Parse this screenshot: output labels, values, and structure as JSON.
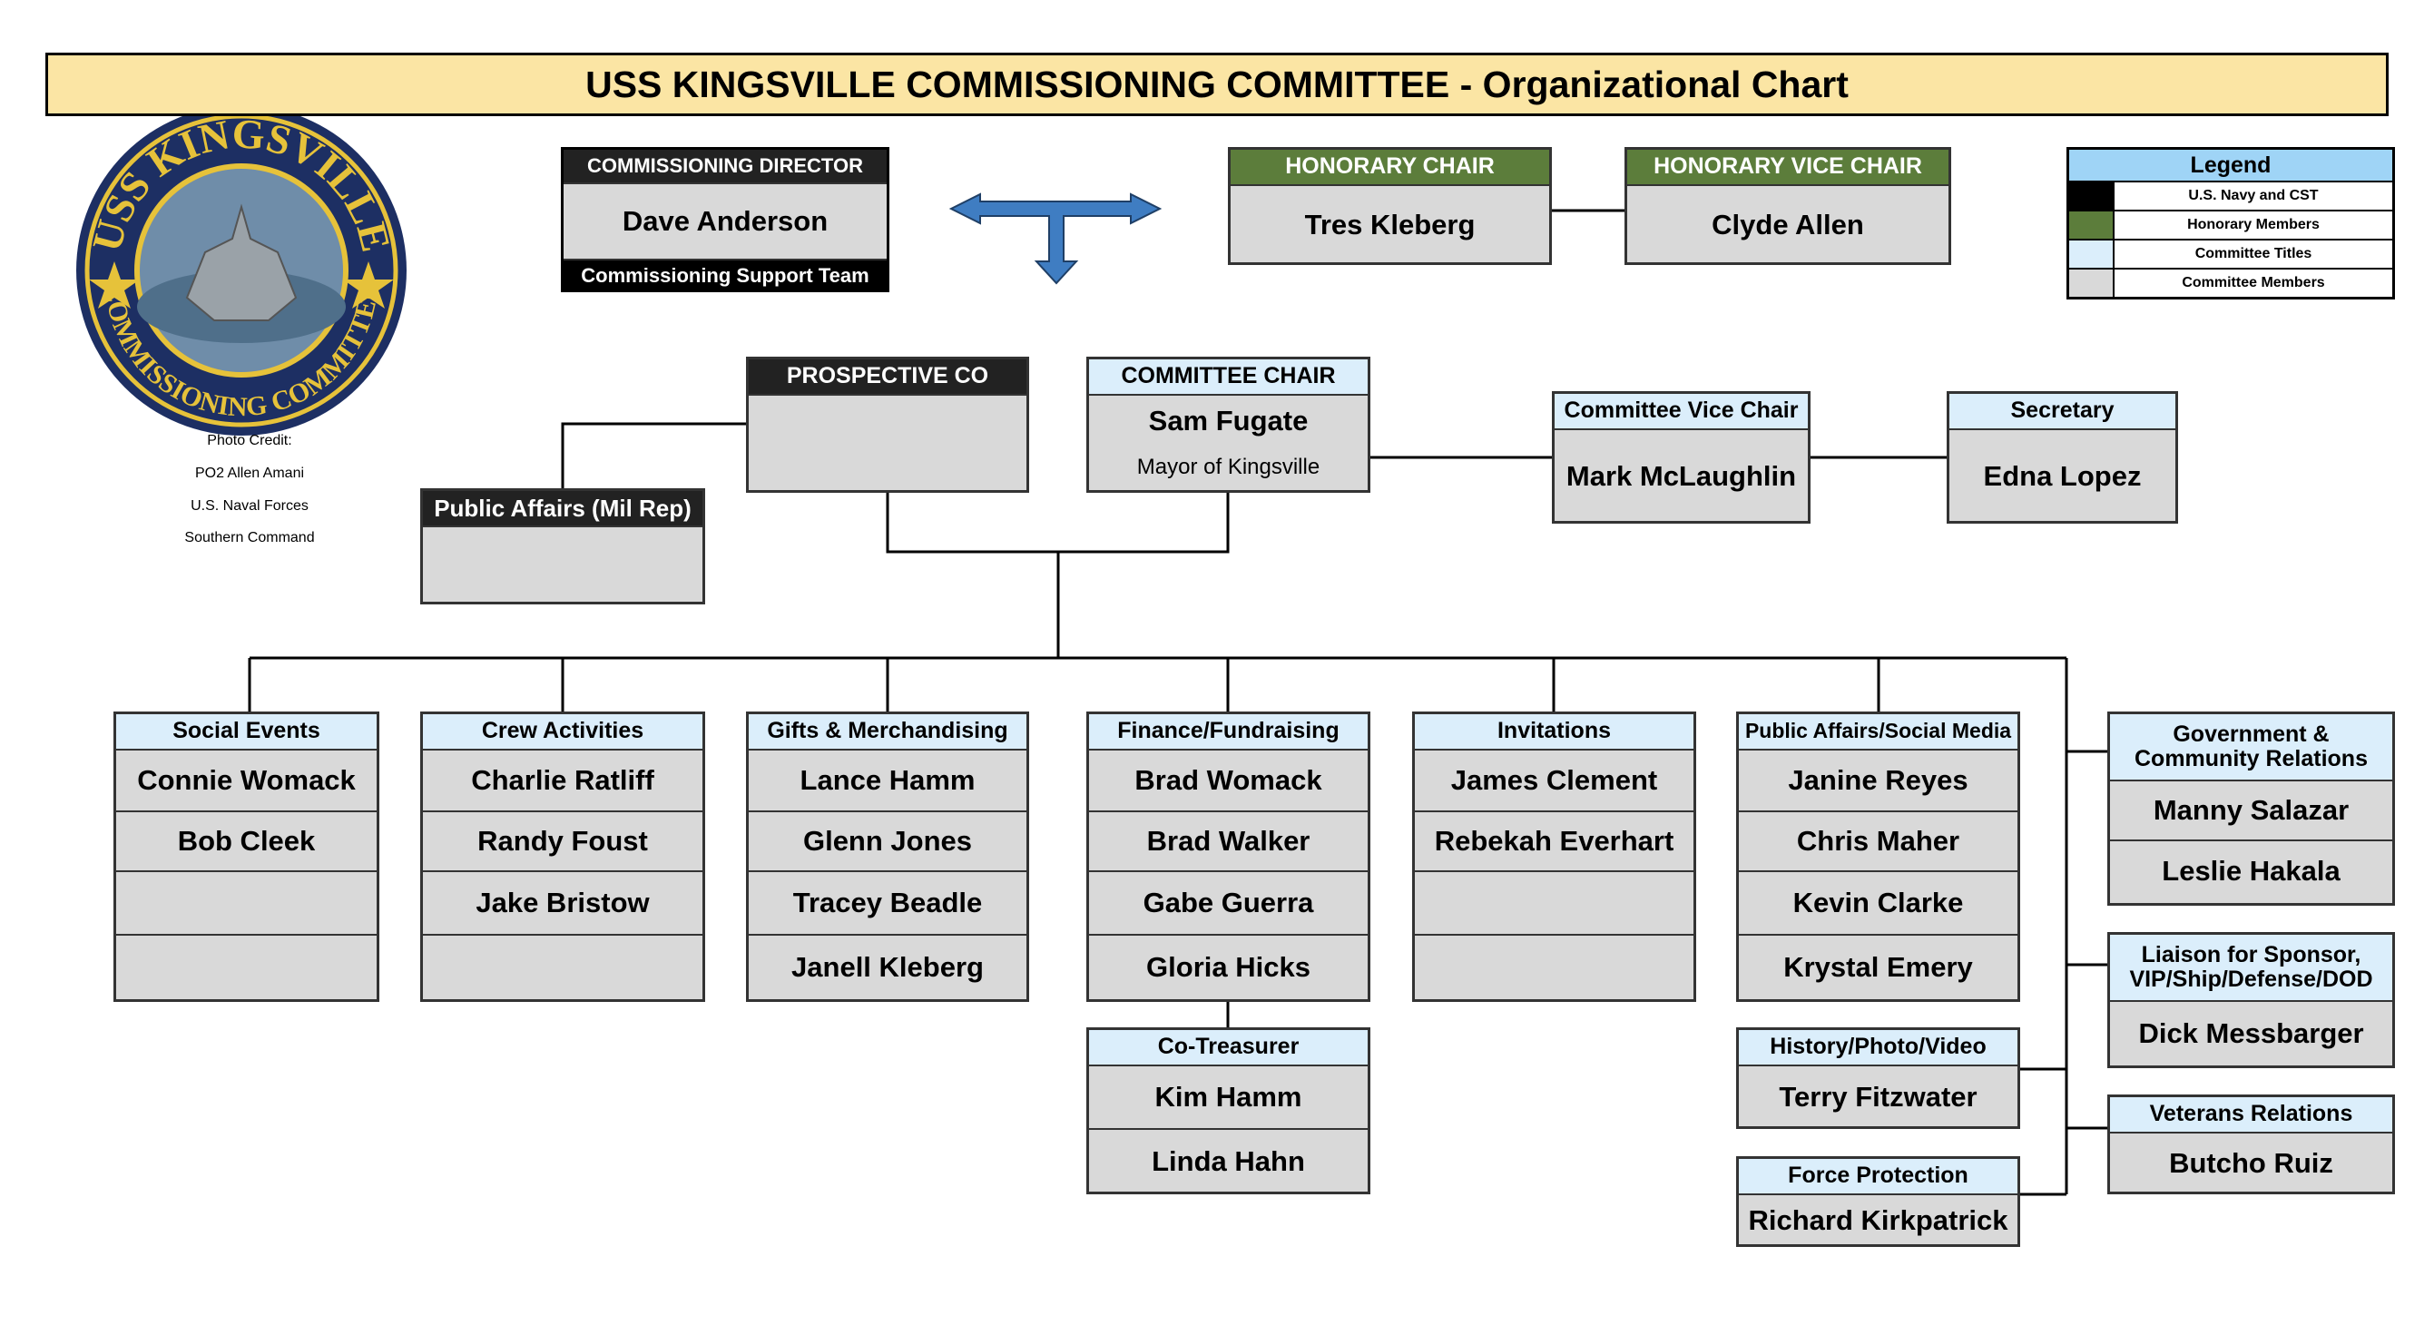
{
  "title": "USS KINGSVILLE COMMISSIONING COMMITTEE - Organizational Chart",
  "logo": {
    "top_text": "USS KINGSVILLE",
    "bottom_text": "COMMISSIONING COMMITTEE"
  },
  "credit": [
    "Photo Credit:",
    "PO2 Allen Amani",
    "U.S. Naval Forces",
    "Southern Command"
  ],
  "director": {
    "title": "COMMISSIONING DIRECTOR",
    "name": "Dave Anderson",
    "footer": "Commissioning Support Team"
  },
  "honorary_chair": {
    "title": "HONORARY CHAIR",
    "name": "Tres Kleberg"
  },
  "honorary_vice_chair": {
    "title": "HONORARY VICE CHAIR",
    "name": "Clyde Allen"
  },
  "legend": {
    "title": "Legend",
    "items": [
      {
        "label": "U.S. Navy and CST",
        "color": "#000000"
      },
      {
        "label": "Honorary Members",
        "color": "#5c7d3b"
      },
      {
        "label": "Committee Titles",
        "color": "#dbeefb"
      },
      {
        "label": "Committee Members",
        "color": "#d9d9d9"
      }
    ]
  },
  "prospective_co": {
    "title": "PROSPECTIVE CO"
  },
  "public_affairs_mil": {
    "title": "Public Affairs (Mil Rep)"
  },
  "committee_chair": {
    "title": "COMMITTEE CHAIR",
    "name": "Sam Fugate",
    "subtitle": "Mayor of Kingsville"
  },
  "vice_chair": {
    "title": "Committee Vice Chair",
    "name": "Mark McLaughlin"
  },
  "secretary": {
    "title": "Secretary",
    "name": "Edna Lopez"
  },
  "committees": [
    {
      "title": "Social Events",
      "members": [
        "Connie Womack",
        "Bob Cleek",
        "",
        ""
      ]
    },
    {
      "title": "Crew Activities",
      "members": [
        "Charlie Ratliff",
        "Randy Foust",
        "Jake Bristow",
        ""
      ]
    },
    {
      "title": "Gifts & Merchandising",
      "members": [
        "Lance Hamm",
        "Glenn Jones",
        "Tracey Beadle",
        "Janell Kleberg"
      ]
    },
    {
      "title": "Finance/Fundraising",
      "members": [
        "Brad Womack",
        "Brad Walker",
        "Gabe Guerra",
        "Gloria Hicks"
      ]
    },
    {
      "title": "Invitations",
      "members": [
        "James Clement",
        "Rebekah Everhart",
        "",
        ""
      ]
    },
    {
      "title": "Public Affairs/Social Media",
      "members": [
        "Janine Reyes",
        "Chris Maher",
        "Kevin Clarke",
        "Krystal Emery"
      ]
    }
  ],
  "co_treasurer": {
    "title": "Co-Treasurer",
    "members": [
      "Kim Hamm",
      "Linda Hahn"
    ]
  },
  "history": {
    "title": "History/Photo/Video",
    "name": "Terry Fitzwater"
  },
  "force_protection": {
    "title": "Force Protection",
    "name": "Richard Kirkpatrick"
  },
  "government": {
    "title_line1": "Government &",
    "title_line2": "Community Relations",
    "members": [
      "Manny Salazar",
      "Leslie Hakala"
    ]
  },
  "liaison": {
    "title_line1": "Liaison for Sponsor,",
    "title_line2": "VIP/Ship/Defense/DOD",
    "name": "Dick Messbarger"
  },
  "veterans": {
    "title": "Veterans Relations",
    "name": "Butcho Ruiz"
  }
}
